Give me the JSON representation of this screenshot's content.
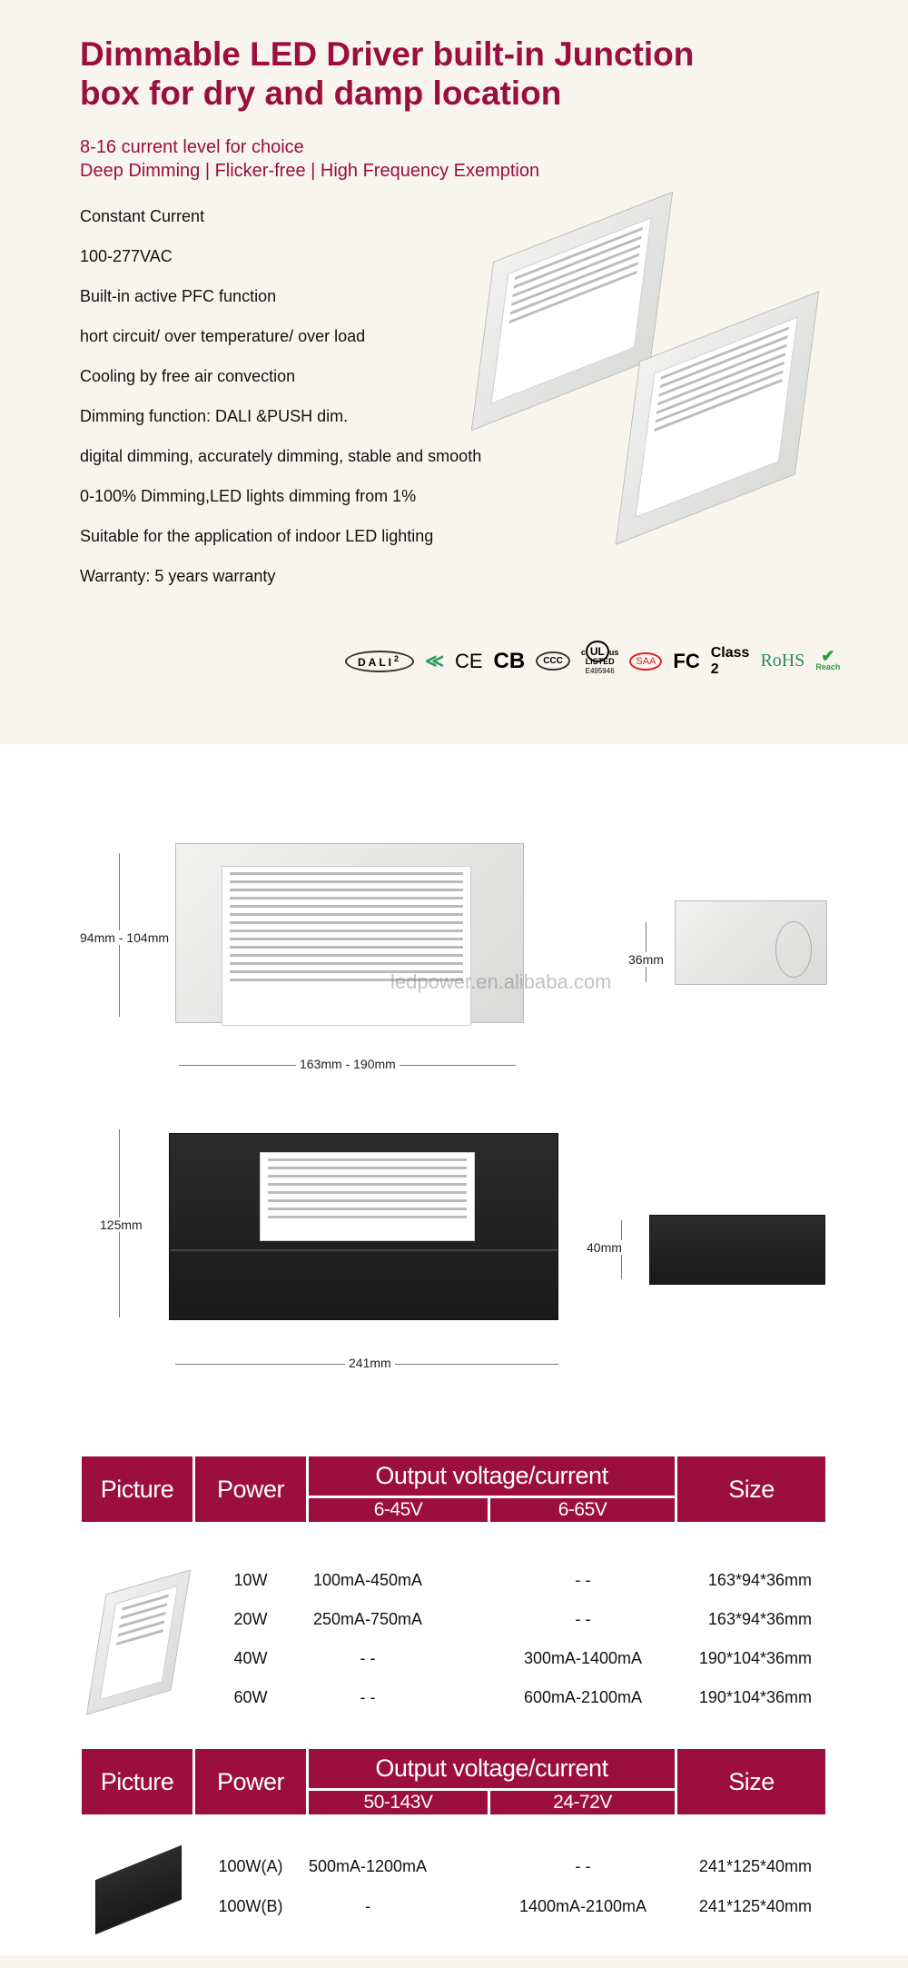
{
  "header": {
    "title_line1": "Dimmable LED Driver built-in Junction",
    "title_line2": "box for dry and damp location",
    "subtitle1": "8-16 current level for choice",
    "subtitle2": "Deep Dimming | Flicker-free | High Frequency Exemption"
  },
  "features": [
    "Constant Current",
    "100-277VAC",
    "Built-in active PFC function",
    "hort circuit/ over temperature/ over load",
    "Cooling by free air convection",
    "Dimming function: DALI &PUSH dim.",
    "digital dimming, accurately dimming, stable and smooth",
    "0-100% Dimming,LED lights dimming from 1%",
    "Suitable for the application of indoor LED lighting",
    "Warranty: 5 years warranty"
  ],
  "certifications": {
    "dali": "DALI",
    "dali_ver": "2",
    "ce": "CE",
    "cb": "CB",
    "ccc": "CCC",
    "ul_c": "c",
    "ul": "UL",
    "ul_us": "us",
    "ul_listed": "LISTED",
    "ul_file": "E495946",
    "saa": "SAA",
    "fc": "FC",
    "class2": "Class 2",
    "rohs": "RoHS",
    "reach": "Reach",
    "accent_rohs": "#2e8b57"
  },
  "dimensions": {
    "white_height": "94mm - 104mm",
    "white_width": "163mm - 190mm",
    "white_depth": "36mm",
    "black_height": "125mm",
    "black_width": "241mm",
    "black_depth": "40mm",
    "watermark": "ledpower.en.alibaba.com"
  },
  "table1": {
    "headers": {
      "picture": "Picture",
      "power": "Power",
      "output": "Output voltage/current",
      "v1": "6-45V",
      "v2": "6-65V",
      "size": "Size"
    },
    "rows": [
      {
        "power": "10W",
        "c1": "100mA-450mA",
        "c2": "- -",
        "size": "163*94*36mm"
      },
      {
        "power": "20W",
        "c1": "250mA-750mA",
        "c2": "- -",
        "size": "163*94*36mm"
      },
      {
        "power": "40W",
        "c1": "- -",
        "c2": "300mA-1400mA",
        "size": "190*104*36mm"
      },
      {
        "power": "60W",
        "c1": "- -",
        "c2": "600mA-2100mA",
        "size": "190*104*36mm"
      }
    ]
  },
  "table2": {
    "headers": {
      "picture": "Picture",
      "power": "Power",
      "output": "Output voltage/current",
      "v1": "50-143V",
      "v2": "24-72V",
      "size": "Size"
    },
    "rows": [
      {
        "power": "100W(A)",
        "c1": "500mA-1200mA",
        "c2": "- -",
        "size": "241*125*40mm"
      },
      {
        "power": "100W(B)",
        "c1": "-",
        "c2": "1400mA-2100mA",
        "size": "241*125*40mm"
      }
    ]
  },
  "colors": {
    "brand": "#9b0e3e",
    "background": "#f8f5ef"
  }
}
